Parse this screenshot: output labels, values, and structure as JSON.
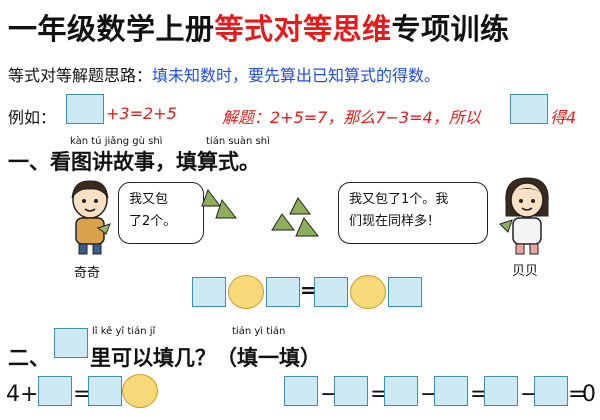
{
  "title": {
    "part1": "一年级数学上册",
    "part2": "等式对等思维",
    "part3": "专项训练"
  },
  "idea": {
    "label": "等式对等解题思路：",
    "text": "填未知数时，要先算出已知算式的得数。"
  },
  "example": {
    "label": "例如：",
    "eq_tail": "+3=2+5",
    "solution_start": "解题：2+5=7，那么7−3=4，所以",
    "solution_end": "得4"
  },
  "section1": {
    "pinyin1": "kàn tú jiǎng gù shì",
    "pinyin2": "tián suàn shì",
    "heading": "一、看图讲故事，填算式。",
    "bubble_left": [
      "我又包",
      "了2个。"
    ],
    "bubble_right": [
      "我又包了1个。我",
      "们现在同样多！"
    ],
    "name_left": "奇奇",
    "name_right": "贝贝",
    "equal": "="
  },
  "section2": {
    "pinyin1": "lǐ kě yǐ tián jǐ",
    "pinyin2": "tián yì tián",
    "number": "二、",
    "heading_rest": "里可以填几？（填一填）",
    "eq_left_prefix": "4+",
    "eq_equal": "=",
    "minus": "−",
    "equal": "=",
    "zero": "0"
  },
  "colors": {
    "red": "#e41b1b",
    "blue": "#1f4fd6",
    "box_fill": "#cde9f3",
    "circle_fill": "#f8d97a"
  }
}
